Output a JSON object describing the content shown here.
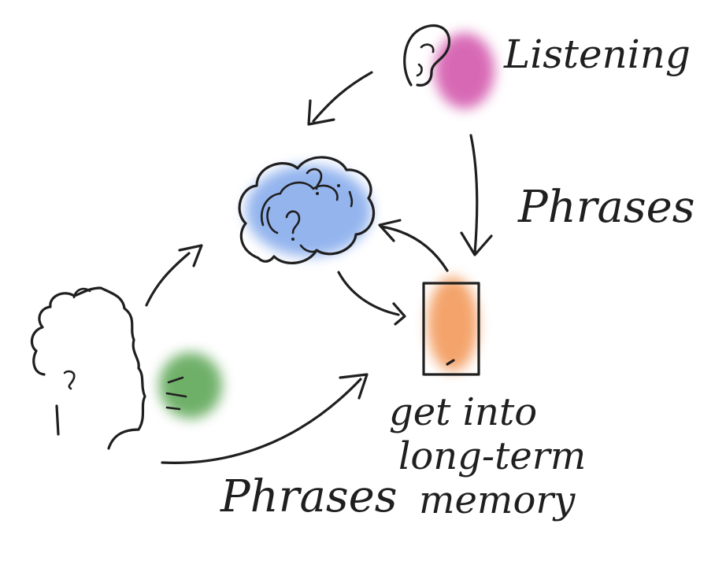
{
  "diagram": {
    "labels": {
      "listening": "Listening",
      "phrases_right": "Phrases",
      "phrases_bottom": "Phrases",
      "memory_line1": "get into",
      "memory_line2": "long-term",
      "memory_line3": "memory"
    },
    "colors": {
      "listening_blob": "#d14fa8",
      "thought_cloud": "#6f9be8",
      "memory_box": "#f39a5b",
      "speech_blob": "#57a34f",
      "ink": "#1f1f1f"
    },
    "icons": [
      "ear-icon",
      "thought-cloud-icon",
      "memory-box-icon",
      "head-profile-icon",
      "speech-icon"
    ]
  }
}
